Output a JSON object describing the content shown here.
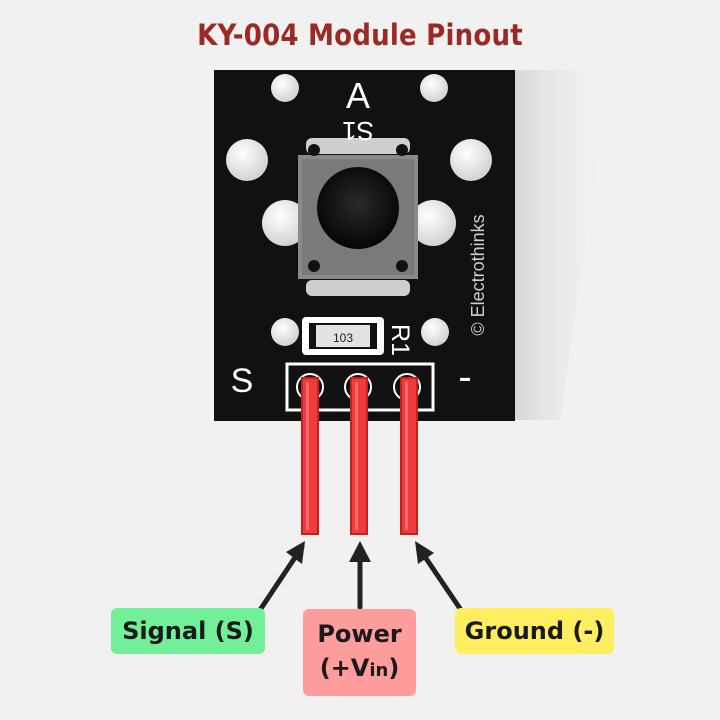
{
  "title": "KY-004 Module Pinout",
  "board": {
    "switch_letter": "A",
    "switch_ref": "S1",
    "resistor_code": "103",
    "resistor_ref": "R1",
    "watermark": "© Electrothinks",
    "pin_mark_signal": "S",
    "pin_mark_ground": "-"
  },
  "labels": {
    "signal": "Signal (S)",
    "power_line1": "Power",
    "power_prefix": "(+V",
    "power_sub": "in",
    "power_suffix": ")",
    "ground": "Ground (-)"
  },
  "colors": {
    "title": "#9b2a25",
    "pcb": "#111111",
    "pin": "#ee3c3c",
    "signal_label": "#72f099",
    "power_label": "#ff9c9c",
    "ground_label": "#ffee60"
  }
}
